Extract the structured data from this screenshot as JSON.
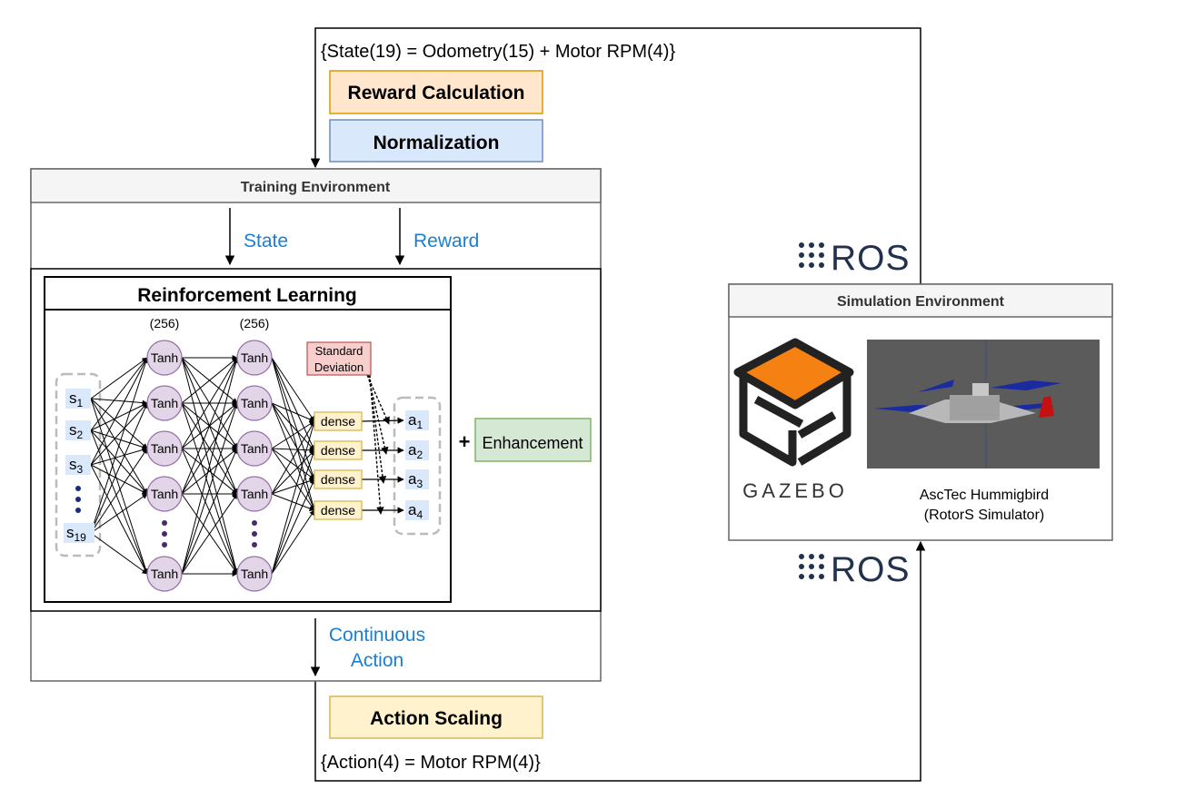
{
  "state_formula": "{State(19) = Odometry(15) + Motor RPM(4)}",
  "reward_calculation": "Reward Calculation",
  "normalization": "Normalization",
  "training_env": {
    "title": "Training Environment",
    "state_label": "State",
    "reward_label": "Reward",
    "action_label_line1": "Continuous",
    "action_label_line2": "Action"
  },
  "rl": {
    "title": "Reinforcement Learning",
    "layer1_size": "(256)",
    "layer2_size": "(256)",
    "node_label": "Tanh",
    "dense_label": "dense",
    "std_line1": "Standard",
    "std_line2": "Deviation",
    "inputs": [
      {
        "base": "s",
        "sub": "1"
      },
      {
        "base": "s",
        "sub": "2"
      },
      {
        "base": "s",
        "sub": "3"
      },
      {
        "base": "s",
        "sub": "19"
      }
    ],
    "outputs": [
      {
        "base": "a",
        "sub": "1"
      },
      {
        "base": "a",
        "sub": "2"
      },
      {
        "base": "a",
        "sub": "3"
      },
      {
        "base": "a",
        "sub": "4"
      }
    ]
  },
  "plus": "+",
  "enhancement": "Enhancement",
  "action_scaling": "Action Scaling",
  "action_formula": "{Action(4) = Motor RPM(4)}",
  "ros_label": "ROS",
  "simulation_env": {
    "title": "Simulation Environment",
    "gazebo_label": "GAZEBO",
    "drone_line1": "AscTec Hummigbird",
    "drone_line2": "(RotorS Simulator)"
  },
  "colors": {
    "blue_text": "#1a7fd4",
    "orange_fill": "#ffe6cc",
    "orange_stroke": "#d79b00",
    "blue_fill": "#dae8fc",
    "blue_stroke": "#6c8ebf",
    "yellow_fill": "#fff2cc",
    "yellow_stroke": "#d6b656",
    "green_fill": "#d5e8d4",
    "green_stroke": "#82b366",
    "red_fill": "#f8cecc",
    "red_stroke": "#b85450",
    "node_fill": "#e1d5e7",
    "node_stroke": "#9673a6",
    "gray_header": "#f5f5f5",
    "ros_text": "#22314e",
    "gazebo_orange": "#f58113"
  }
}
